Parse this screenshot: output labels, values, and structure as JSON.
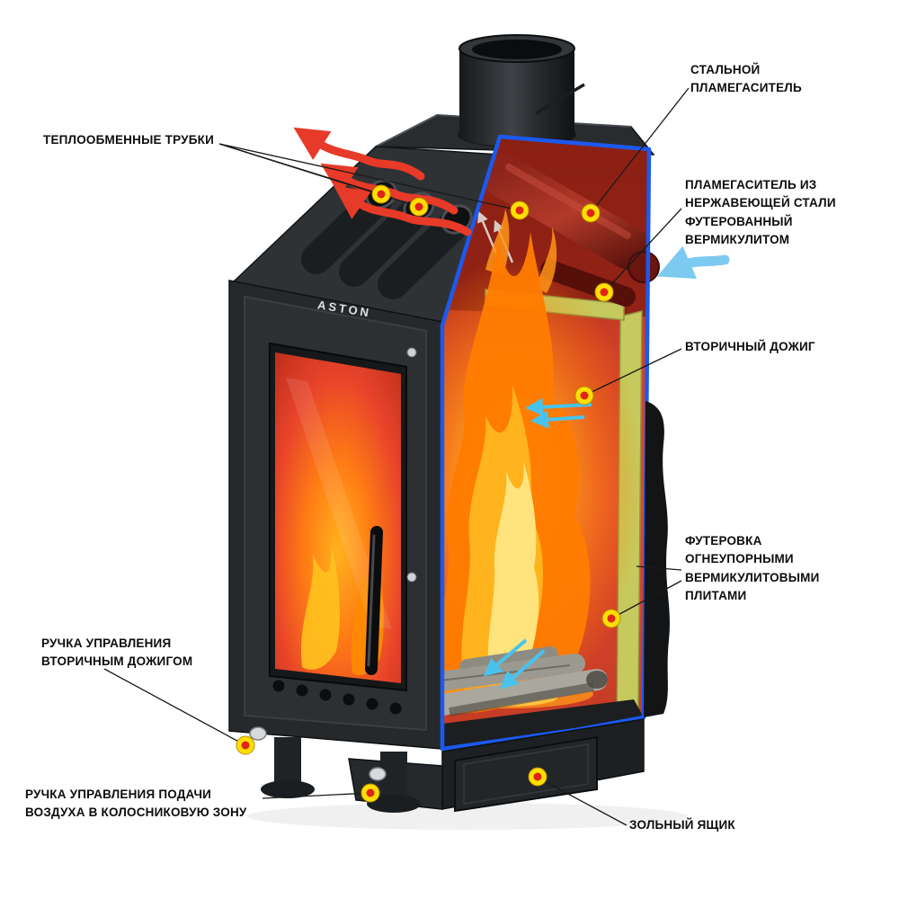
{
  "figure": {
    "brand": "ASTON",
    "background": "#ffffff",
    "type": "fireplace-stove-cutaway-diagram"
  },
  "labels": {
    "heat_exchange_tubes": {
      "text": "ТЕПЛООБМЕННЫЕ ТРУБКИ"
    },
    "steel_flame_arrester": {
      "text": "СТАЛЬНОЙ\nПЛАМЕГАСИТЕЛЬ"
    },
    "stainless_flame_arrester": {
      "text": "ПЛАМЕГАСИТЕЛЬ ИЗ\nНЕРЖАВЕЮЩЕЙ СТАЛИ\nФУТЕРОВАННЫЙ\nВЕРМИКУЛИТОМ"
    },
    "secondary_afterburn": {
      "text": "ВТОРИЧНЫЙ ДОЖИГ"
    },
    "vermiculite_lining": {
      "text": "ФУТЕРОВКА\nОГНЕУПОРНЫМИ\nВЕРМИКУЛИТОВЫМИ\nПЛИТАМИ"
    },
    "secondary_air_handle": {
      "text": "РУЧКА УПРАВЛЕНИЯ\nВТОРИЧНЫМ ДОЖИГОМ"
    },
    "grate_air_handle": {
      "text": "РУЧКА УПРАВЛЕНИЯ ПОДАЧИ\nВОЗДУХА В КОЛОСНИКОВУЮ ЗОНУ"
    },
    "ash_box": {
      "text": "ЗОЛЬНЫЙ ЯЩИК"
    }
  },
  "colors": {
    "cut_outline": "#1c59ef",
    "marker_ring": "#ffdf00",
    "marker_dot": "#e02419",
    "interior_red": "#d8402a",
    "vermiculite": "#c6ca5e",
    "body_dark": "#26292c",
    "heat_arrow": "#e8382b",
    "air_arrow": "#7ccaf0"
  }
}
